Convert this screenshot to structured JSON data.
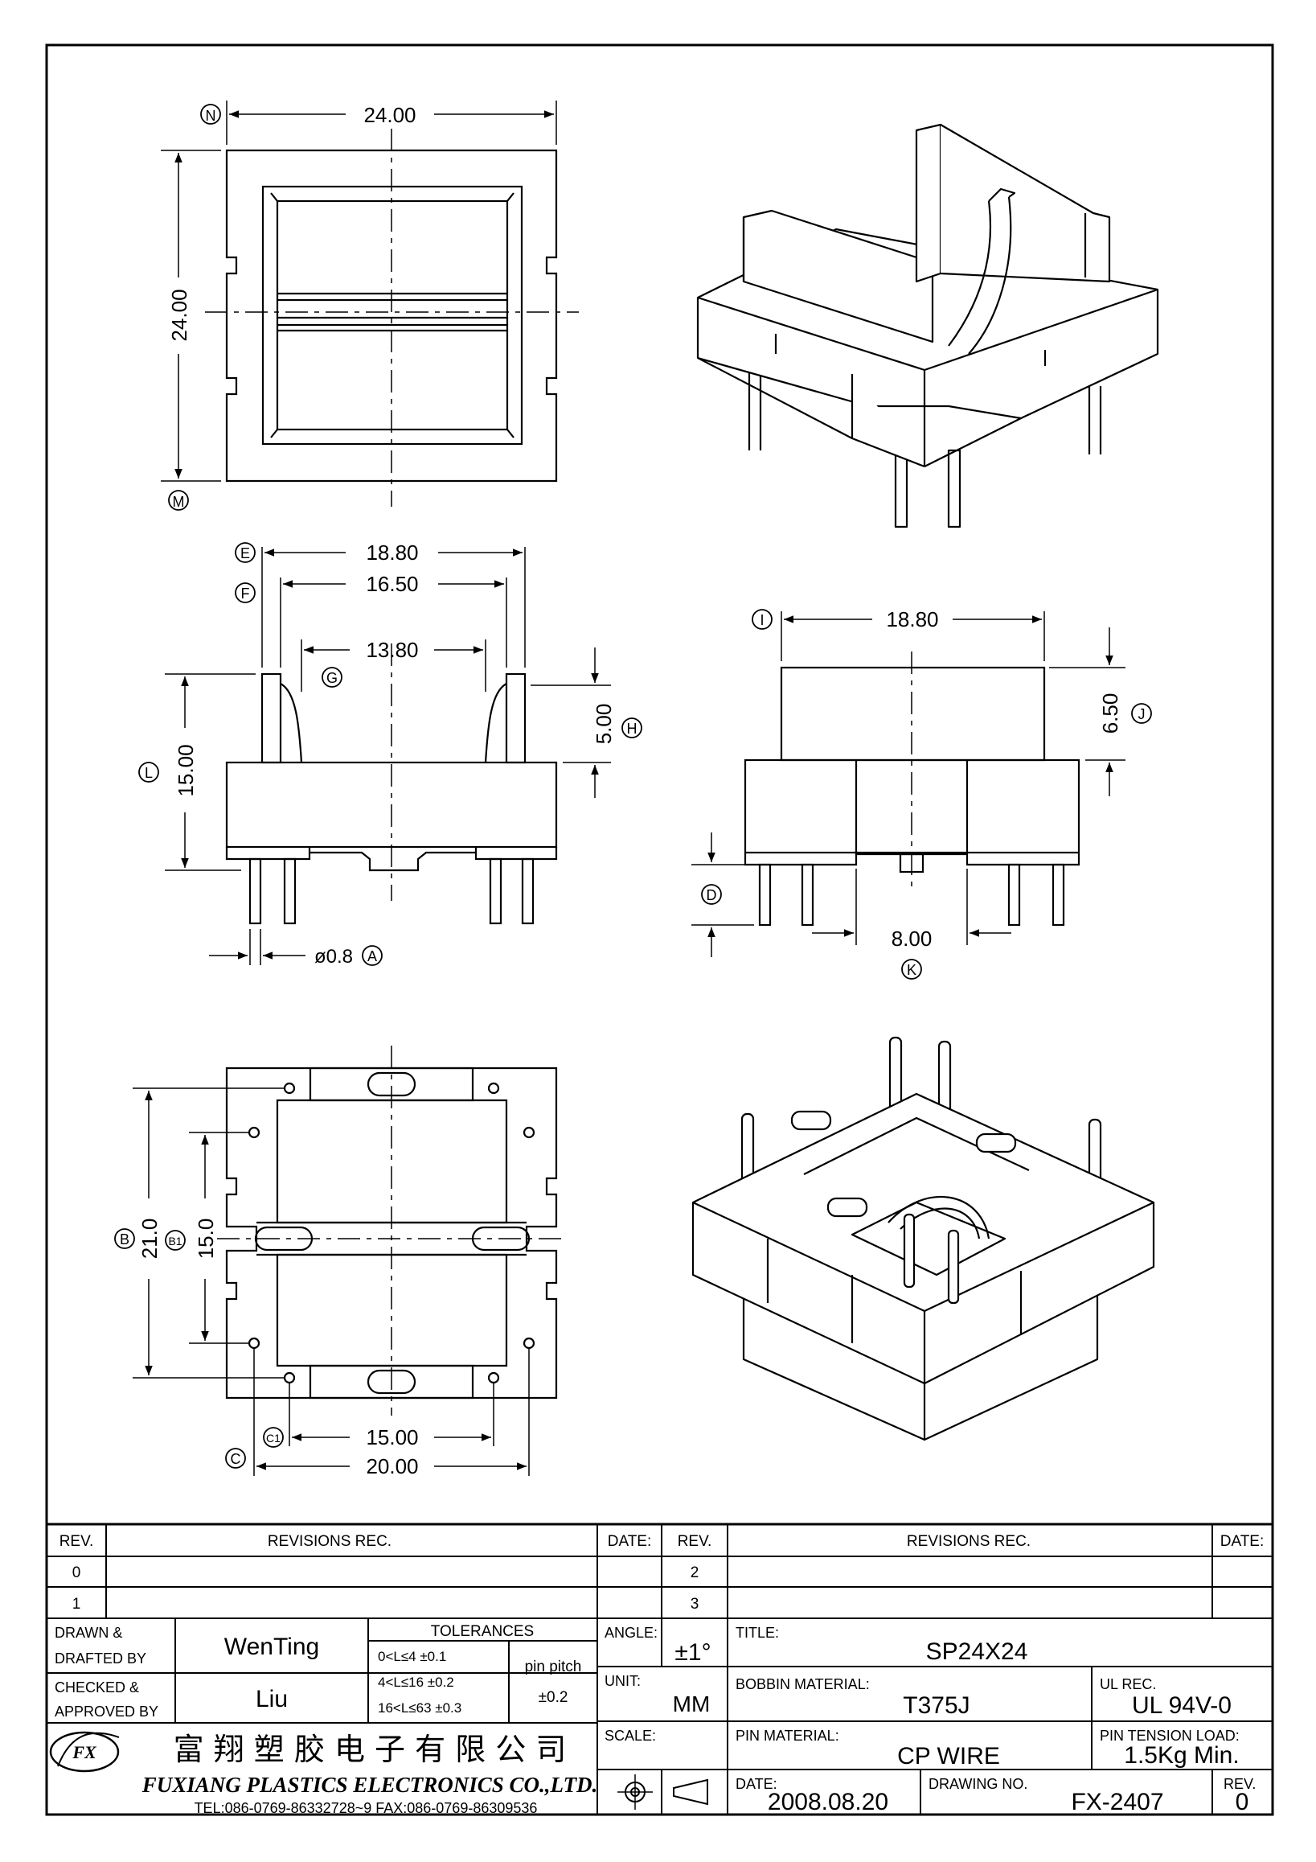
{
  "drawing": {
    "top": {
      "dim_w": "24.00",
      "dim_h": "24.00",
      "lbl_n": "N",
      "lbl_m": "M"
    },
    "front": {
      "dim_e": "18.80",
      "dim_f": "16.50",
      "dim_g": "13.80",
      "dim_h": "5.00",
      "dim_l": "15.00",
      "dim_pin": "ø0.8",
      "lbl_e": "E",
      "lbl_f": "F",
      "lbl_g": "G",
      "lbl_h": "H",
      "lbl_l": "L",
      "lbl_a": "A"
    },
    "side": {
      "dim_i": "18.80",
      "dim_j": "6.50",
      "dim_k": "8.00",
      "lbl_i": "I",
      "lbl_j": "J",
      "lbl_d": "D",
      "lbl_k": "K"
    },
    "bottom": {
      "dim_b": "21.0",
      "dim_b1": "15.0",
      "dim_c1": "15.00",
      "dim_c": "20.00",
      "lbl_b": "B",
      "lbl_b1": "B1",
      "lbl_c1": "C1",
      "lbl_c": "C"
    }
  },
  "title_block": {
    "rev_header": "REV.",
    "revisions_header": "REVISIONS   REC.",
    "date_header": "DATE:",
    "rev_left": [
      "0",
      "1"
    ],
    "rev_right": [
      "2",
      "3"
    ],
    "drawn_label_1": "DRAWN &",
    "drawn_label_2": "DRAFTED BY",
    "drawn_by": "WenTing",
    "checked_label_1": "CHECKED &",
    "checked_label_2": "APPROVED BY",
    "checked_by": "Liu",
    "tolerances_header": "TOLERANCES",
    "tol_1": "0<L≤4    ±0.1",
    "tol_2": "4<L≤16   ±0.2",
    "tol_3": "16<L≤63  ±0.3",
    "pin_pitch_label": "pin pitch",
    "pin_pitch_value": "±0.2",
    "angle_label": "ANGLE:",
    "angle_value": "±1°",
    "unit_label": "UNIT:",
    "unit_value": "MM",
    "scale_label": "SCALE:",
    "title_label": "TITLE:",
    "title_value": "SP24X24",
    "bobbin_label": "BOBBIN MATERIAL:",
    "bobbin_value": "T375J",
    "ul_label": "UL REC.",
    "ul_value": "UL 94V-0",
    "pin_mat_label": "PIN MATERIAL:",
    "pin_mat_value": "CP WIRE",
    "tension_label": "PIN TENSION LOAD:",
    "tension_value": "1.5Kg Min.",
    "date_label": "DATE:",
    "date_value": "2008.08.20",
    "drawing_no_label": "DRAWING NO.",
    "drawing_no_value": "FX-2407",
    "rev_label": "REV.",
    "rev_value": "0",
    "company_cn": "富 翔 塑 胶 电 子 有 限 公 司",
    "company_en": "FUXIANG PLASTICS ELECTRONICS CO.,LTD.",
    "company_tel": "TEL:086-0769-86332728~9  FAX:086-0769-86309536",
    "logo_text": "FX"
  }
}
